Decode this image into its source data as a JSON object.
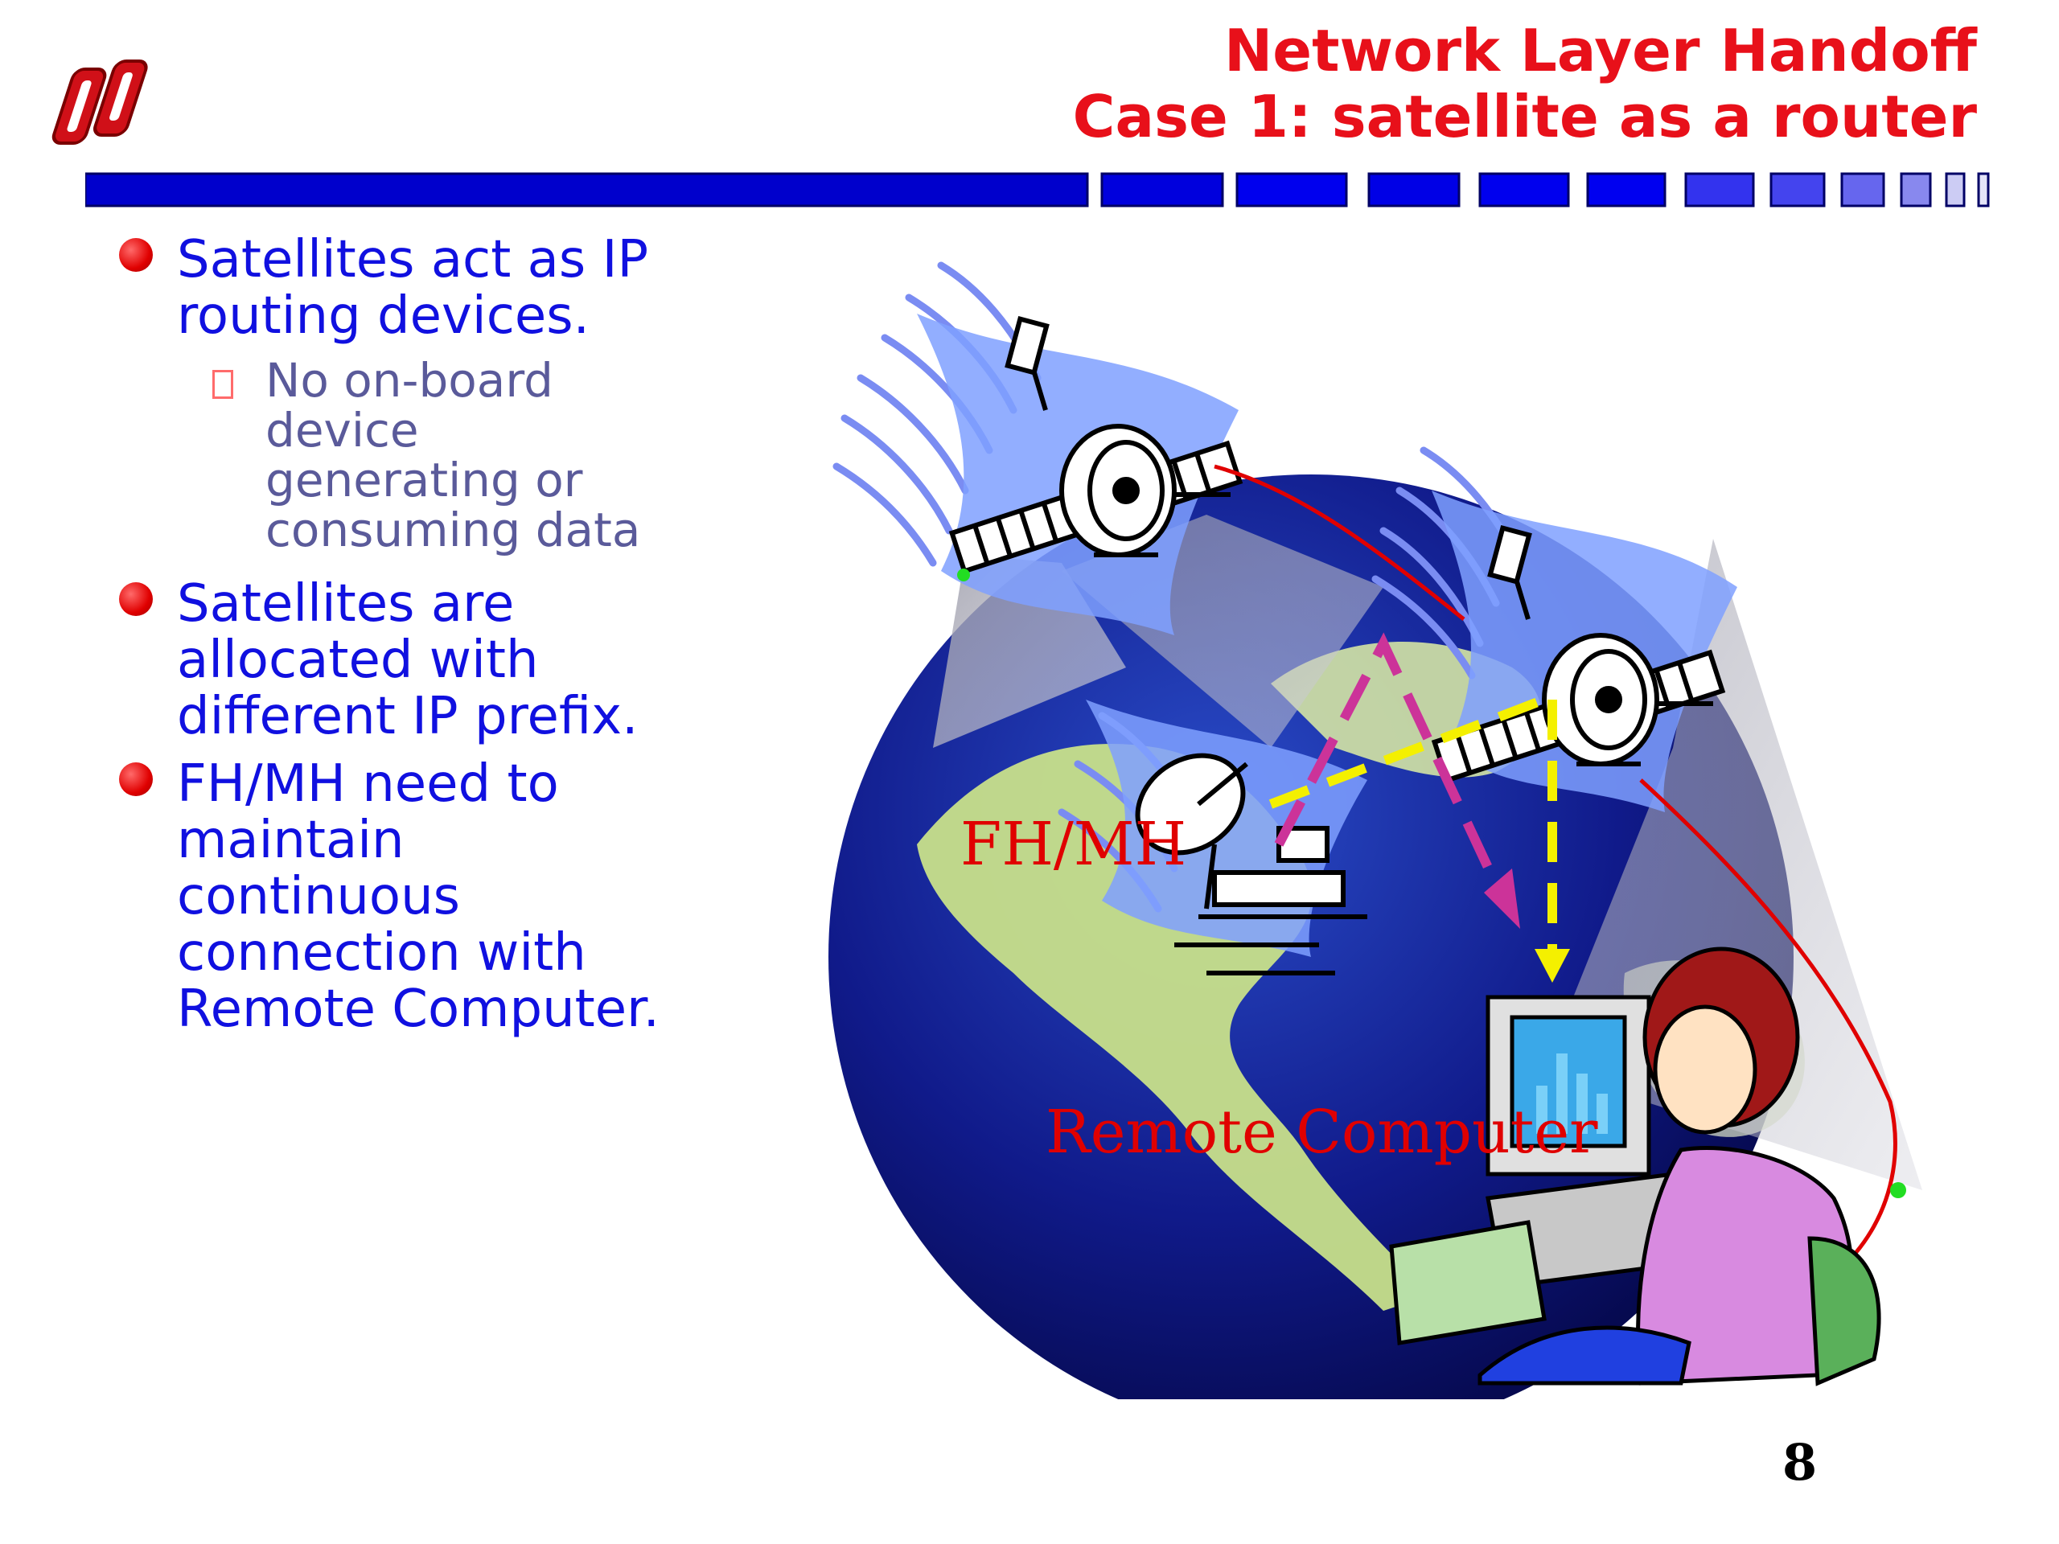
{
  "slide": {
    "title_line1": "Network Layer Handoff",
    "title_line2": "Case 1: satellite as a router",
    "page_number": "8"
  },
  "bullets": [
    {
      "text": "Satellites act as IP routing devices.",
      "sub": [
        "No on-board device generating or consuming data"
      ]
    },
    {
      "text": "Satellites are allocated with different IP prefix."
    },
    {
      "text": "FH/MH need to maintain continuous connection with Remote Computer."
    }
  ],
  "diagram": {
    "label_fh": "FH/MH",
    "label_remote": "Remote Computer"
  },
  "icons": [
    "university-logo",
    "satellite-icon",
    "dish-antenna-icon",
    "computer-user-icon",
    "globe-image"
  ],
  "colors": {
    "title": "#e8101a",
    "bullet_text": "#1010e0",
    "sub_text": "#5a5a9a",
    "rule": "#0000cc",
    "label": "#e00000"
  }
}
